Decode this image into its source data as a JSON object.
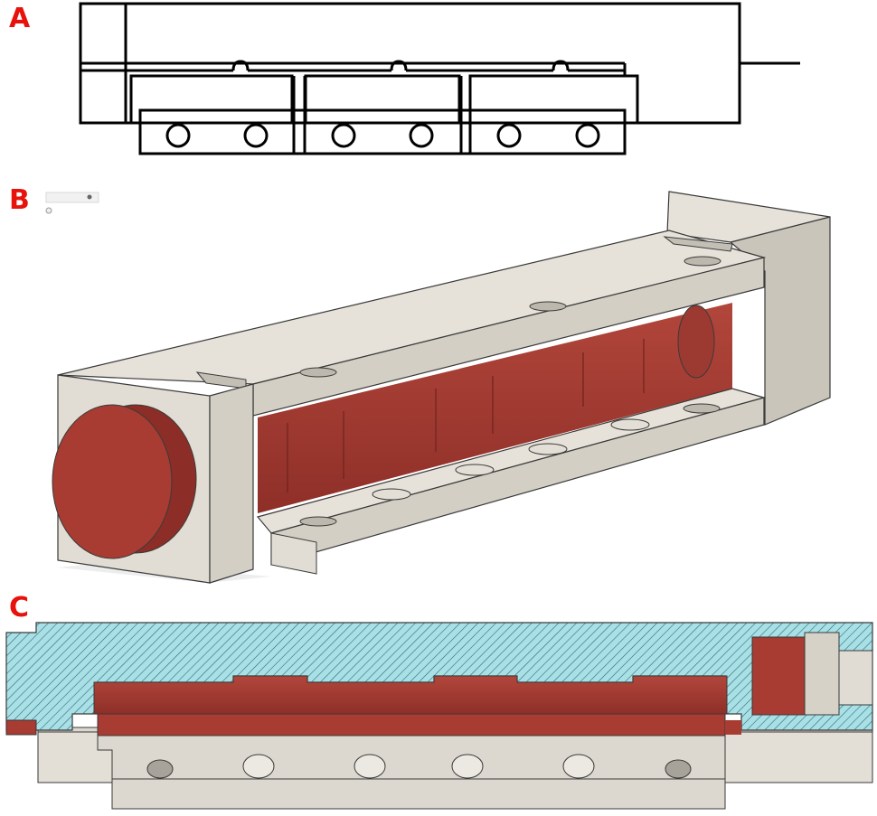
{
  "panels": [
    {
      "id": "A",
      "label": "A",
      "view": "outline-drawing"
    },
    {
      "id": "B",
      "label": "B",
      "view": "isometric-render"
    },
    {
      "id": "C",
      "label": "C",
      "view": "cross-section"
    }
  ],
  "colors": {
    "label": "#e8120c",
    "outline": "#000000",
    "body": "#dcd8cf",
    "body_side": "#c9c5bb",
    "magnet": "#a83b32",
    "magnet_dark": "#8c2e27",
    "section_fill": "#a9e0e6",
    "section_hatch": "#2e6a78",
    "edge": "#3a3a3a"
  },
  "icons": [
    "view-cube-icon"
  ]
}
